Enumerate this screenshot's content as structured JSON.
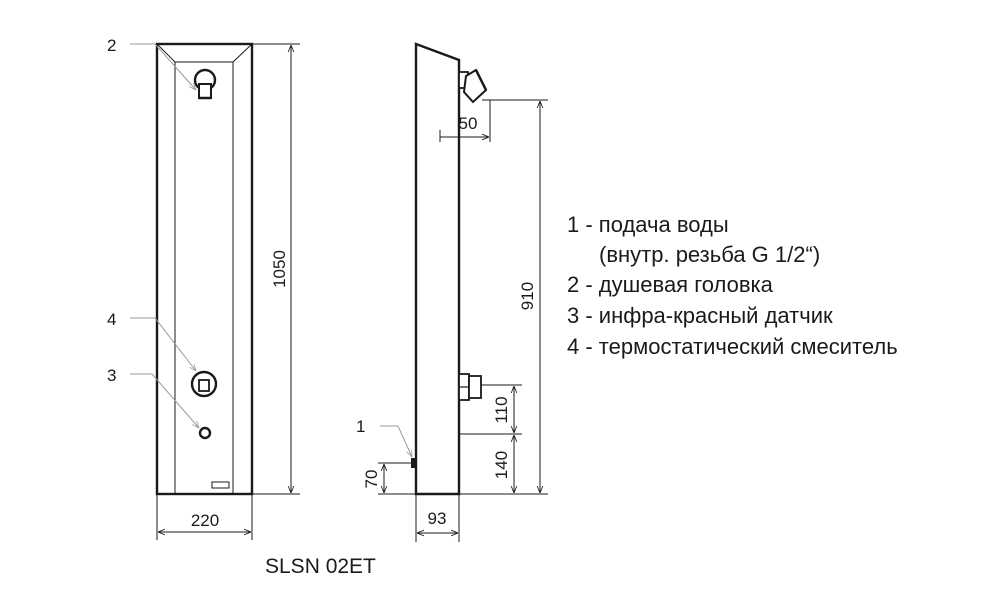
{
  "model": "SLSN 02ET",
  "callouts": {
    "front_top": "2",
    "front_mid": "4",
    "front_low": "3",
    "side_bottom": "1"
  },
  "dimensions": {
    "front_height": "1050",
    "front_width": "220",
    "side_depth_top": "50",
    "side_height": "910",
    "side_mixer_gap": "110",
    "side_mixer_height": "140",
    "side_inlet_height": "70",
    "side_depth": "93"
  },
  "legend": [
    "1 - подача воды",
    "(внутр. резьба G 1/2“)",
    "2 - душевая головка",
    "3 - инфра-красный датчик",
    "4 - термостатический смеситель"
  ],
  "icons": {
    "shower_head": "shower-head-icon",
    "mixer": "thermostatic-mixer-icon",
    "sensor": "ir-sensor-icon",
    "inlet": "water-inlet-icon"
  }
}
